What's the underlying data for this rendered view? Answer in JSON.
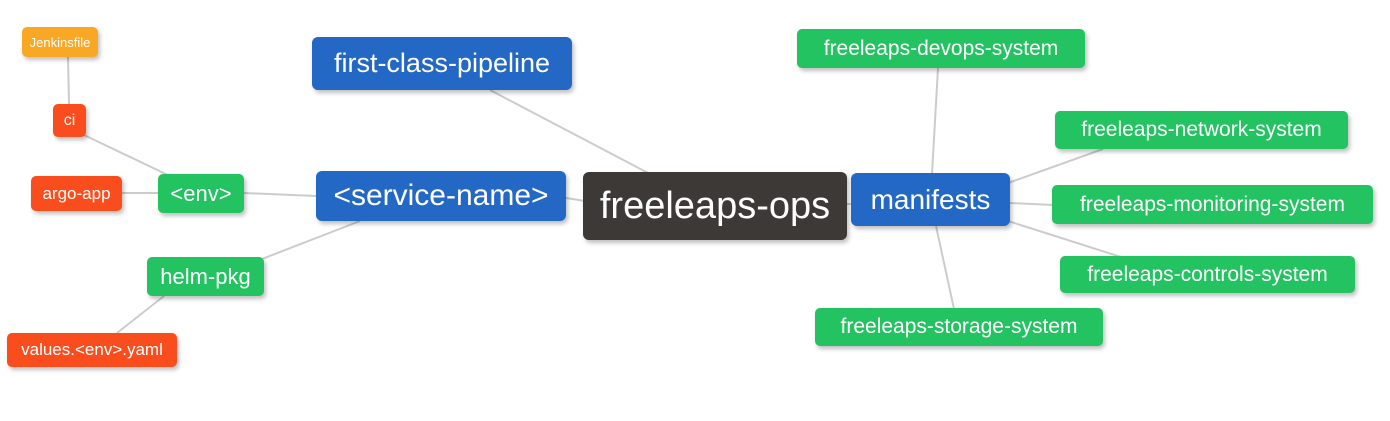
{
  "diagram": {
    "type": "mindmap",
    "root_label": "freeleaps-ops",
    "colors": {
      "root_bg": "#3d3936",
      "primary_bg": "#2268c4",
      "secondary_bg": "#22c360",
      "warning_bg": "#f9a825",
      "danger_bg": "#f94d1d",
      "edge": "#cccccc",
      "text": "#ffffff",
      "background": "#ffffff"
    },
    "nodes": {
      "root": {
        "label": "freeleaps-ops"
      },
      "first_class_pipeline": {
        "label": "first-class-pipeline"
      },
      "service_name": {
        "label": "<service-name>"
      },
      "manifests": {
        "label": "manifests"
      },
      "env": {
        "label": "<env>"
      },
      "helm_pkg": {
        "label": "helm-pkg"
      },
      "ci": {
        "label": "ci"
      },
      "argo_app": {
        "label": "argo-app"
      },
      "jenkinsfile": {
        "label": "Jenkinsfile"
      },
      "values_env_yaml": {
        "label": "values.<env>.yaml"
      },
      "devops_system": {
        "label": "freeleaps-devops-system"
      },
      "network_system": {
        "label": "freeleaps-network-system"
      },
      "monitoring_system": {
        "label": "freeleaps-monitoring-system"
      },
      "controls_system": {
        "label": "freeleaps-controls-system"
      },
      "storage_system": {
        "label": "freeleaps-storage-system"
      }
    },
    "edges": [
      {
        "from": "jenkinsfile",
        "to": "ci"
      },
      {
        "from": "ci",
        "to": "env"
      },
      {
        "from": "argo_app",
        "to": "env"
      },
      {
        "from": "env",
        "to": "service_name"
      },
      {
        "from": "helm_pkg",
        "to": "service_name"
      },
      {
        "from": "values_env_yaml",
        "to": "helm_pkg"
      },
      {
        "from": "first_class_pipeline",
        "to": "root"
      },
      {
        "from": "service_name",
        "to": "root"
      },
      {
        "from": "root",
        "to": "manifests"
      },
      {
        "from": "manifests",
        "to": "devops_system"
      },
      {
        "from": "manifests",
        "to": "network_system"
      },
      {
        "from": "manifests",
        "to": "monitoring_system"
      },
      {
        "from": "manifests",
        "to": "controls_system"
      },
      {
        "from": "manifests",
        "to": "storage_system"
      }
    ]
  }
}
